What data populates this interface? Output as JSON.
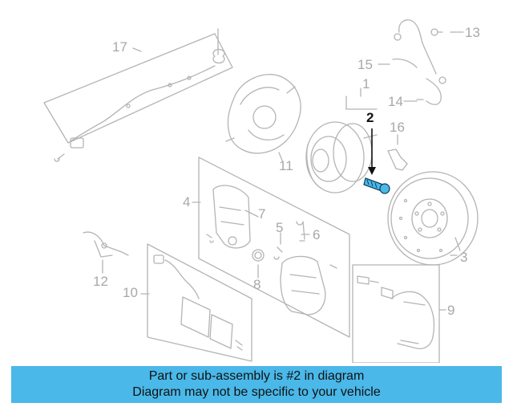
{
  "callouts": {
    "c1": "1",
    "c2": "2",
    "c3": "3",
    "c4": "4",
    "c5": "5",
    "c6": "6",
    "c7": "7",
    "c8": "8",
    "c9": "9",
    "c10": "10",
    "c11": "11",
    "c12": "12",
    "c13": "13",
    "c14": "14",
    "c15": "15",
    "c16": "16",
    "c17": "17"
  },
  "highlighted_part": "2",
  "colors": {
    "line": "#b4b4b4",
    "highlight_part": "#4ab8e8",
    "banner": "#4ab8e8",
    "highlight_text": "#111111"
  },
  "banner": {
    "line1": "Part or sub-assembly is #2 in diagram",
    "line2": "Diagram may not be specific to your vehicle"
  }
}
